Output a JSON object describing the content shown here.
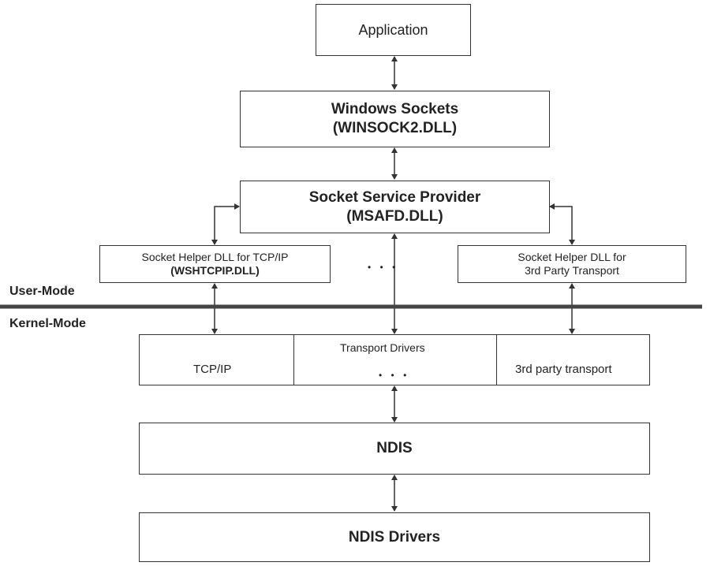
{
  "boxes": {
    "application": {
      "label": "Application"
    },
    "winsock": {
      "line1": "Windows Sockets",
      "line2": "(WINSOCK2.DLL)"
    },
    "ssp": {
      "line1": "Socket Service Provider",
      "line2": "(MSAFD.DLL)"
    },
    "helper_tcpip": {
      "line1": "Socket Helper DLL for TCP/IP",
      "line2": "(WSHTCPIP.DLL)"
    },
    "helper_3rd": {
      "line1": "Socket Helper DLL for",
      "line2": "3rd Party Transport"
    },
    "helper_ellipsis": "• • •",
    "transport": {
      "tcpip": "TCP/IP",
      "title": "Transport Drivers",
      "ellipsis": "• • •",
      "third_party": "3rd party transport"
    },
    "ndis": {
      "label": "NDIS"
    },
    "ndis_drivers": {
      "label": "NDIS Drivers"
    }
  },
  "mode_labels": {
    "user": "User-Mode",
    "kernel": "Kernel-Mode"
  },
  "colors": {
    "border": "#333333",
    "divider": "#444444",
    "arrow": "#333333"
  }
}
